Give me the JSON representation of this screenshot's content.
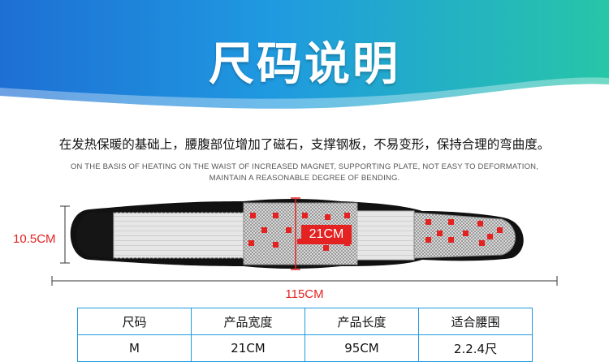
{
  "header": {
    "title": "尺码说明",
    "colors": {
      "gradient_start": "#1e6fd4",
      "gradient_end": "#27c6a8"
    }
  },
  "description": {
    "cn": "在发热保暖的基础上，腰腹部位增加了磁石，支撑钢板，不易变形，保持合理的弯曲度。",
    "en_line1": "ON THE BASIS OF HEATING ON THE WAIST OF INCREASED MAGNET, SUPPORTING PLATE, NOT EASY TO DEFORMATION,",
    "en_line2": "MAINTAIN A REASONABLE DEGREE OF BENDING."
  },
  "belt": {
    "height_label": "10.5CM",
    "width_label": "21CM",
    "length_label": "115CM",
    "accent_color": "#e52222"
  },
  "size_table": {
    "headers": [
      "尺码",
      "产品宽度",
      "产品长度",
      "适合腰围"
    ],
    "rows": [
      [
        "M",
        "21CM",
        "95CM",
        "2.2.4尺"
      ]
    ],
    "border_color": "#1f9ae0"
  }
}
